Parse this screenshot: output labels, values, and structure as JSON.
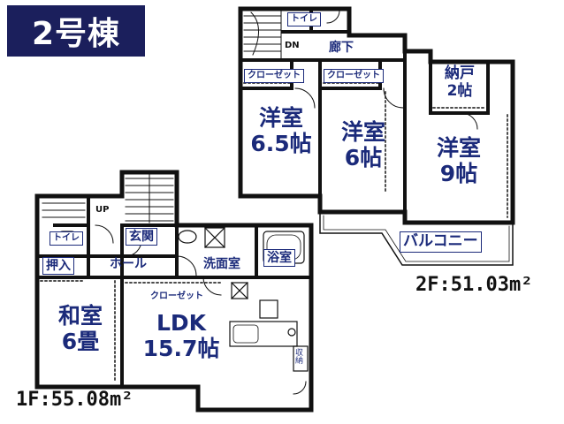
{
  "title": "2号棟",
  "floor2": {
    "area_label": "2F:51.03m²",
    "rooms": {
      "toilet": "トイレ",
      "hallway": "廊下",
      "closet_a": "クローゼット",
      "closet_b": "クローゼット",
      "storage_name": "納戸",
      "storage_size": "2帖",
      "room1_name": "洋室",
      "room1_size": "6.5帖",
      "room2_name": "洋室",
      "room2_size": "6帖",
      "room3_name": "洋室",
      "room3_size": "9帖",
      "balcony": "バルコニー"
    },
    "stair_mark": "DN"
  },
  "floor1": {
    "area_label": "1F:55.08m²",
    "rooms": {
      "toilet": "トイレ",
      "entrance": "玄関",
      "closet_oshiire": "押入",
      "hall": "ホール",
      "washroom": "洗面室",
      "bath": "浴室",
      "closet": "クローゼット",
      "washitsu_name": "和室",
      "washitsu_size": "6畳",
      "ldk_name": "LDK",
      "ldk_size": "15.7帖",
      "storage": "収納"
    },
    "stair_mark": "UP"
  }
}
